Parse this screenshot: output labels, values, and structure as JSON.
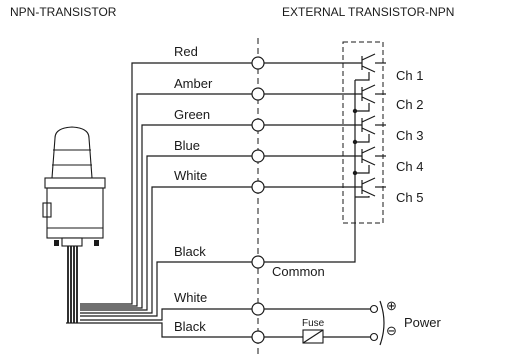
{
  "headers": {
    "left": "NPN-TRANSISTOR",
    "right": "EXTERNAL TRANSISTOR-NPN"
  },
  "wires": [
    {
      "label": "Red"
    },
    {
      "label": "Amber"
    },
    {
      "label": "Green"
    },
    {
      "label": "Blue"
    },
    {
      "label": "White"
    },
    {
      "label": "Black"
    },
    {
      "label": "White"
    },
    {
      "label": "Black"
    }
  ],
  "channels": [
    "Ch 1",
    "Ch 2",
    "Ch 3",
    "Ch 4",
    "Ch 5"
  ],
  "common_label": "Common",
  "fuse_label": "Fuse",
  "power": {
    "label": "Power",
    "plus": "⊕",
    "minus": "⊖"
  }
}
